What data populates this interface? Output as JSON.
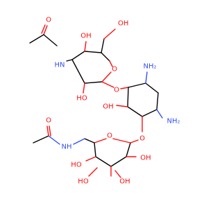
{
  "atom_colors": {
    "oxygen": "#ff0d0d",
    "nitrogen": "#3050f8",
    "carbon": "#000000"
  },
  "labels": {
    "o_carbonyl_top": "O",
    "nh_top": "HN",
    "oh_top_ring": "OH",
    "oh_ch2_top": "OH",
    "oh_left_top_ring": "HO",
    "o_ring_top": "O",
    "nh2_upper": "NH₂",
    "o_glycosidic_top": "O",
    "oh_cyclohexane": "OH",
    "nh2_lower": "NH₂",
    "o_glycosidic_bottom": "O",
    "o_ring_bottom": "O",
    "o_carbonyl_bottom": "O",
    "nh_bottom": "NH",
    "ho_bottom_1": "HO",
    "oh_bottom_1": "OH",
    "ho_bottom_2": "HO",
    "oh_bottom_2": "OH"
  }
}
